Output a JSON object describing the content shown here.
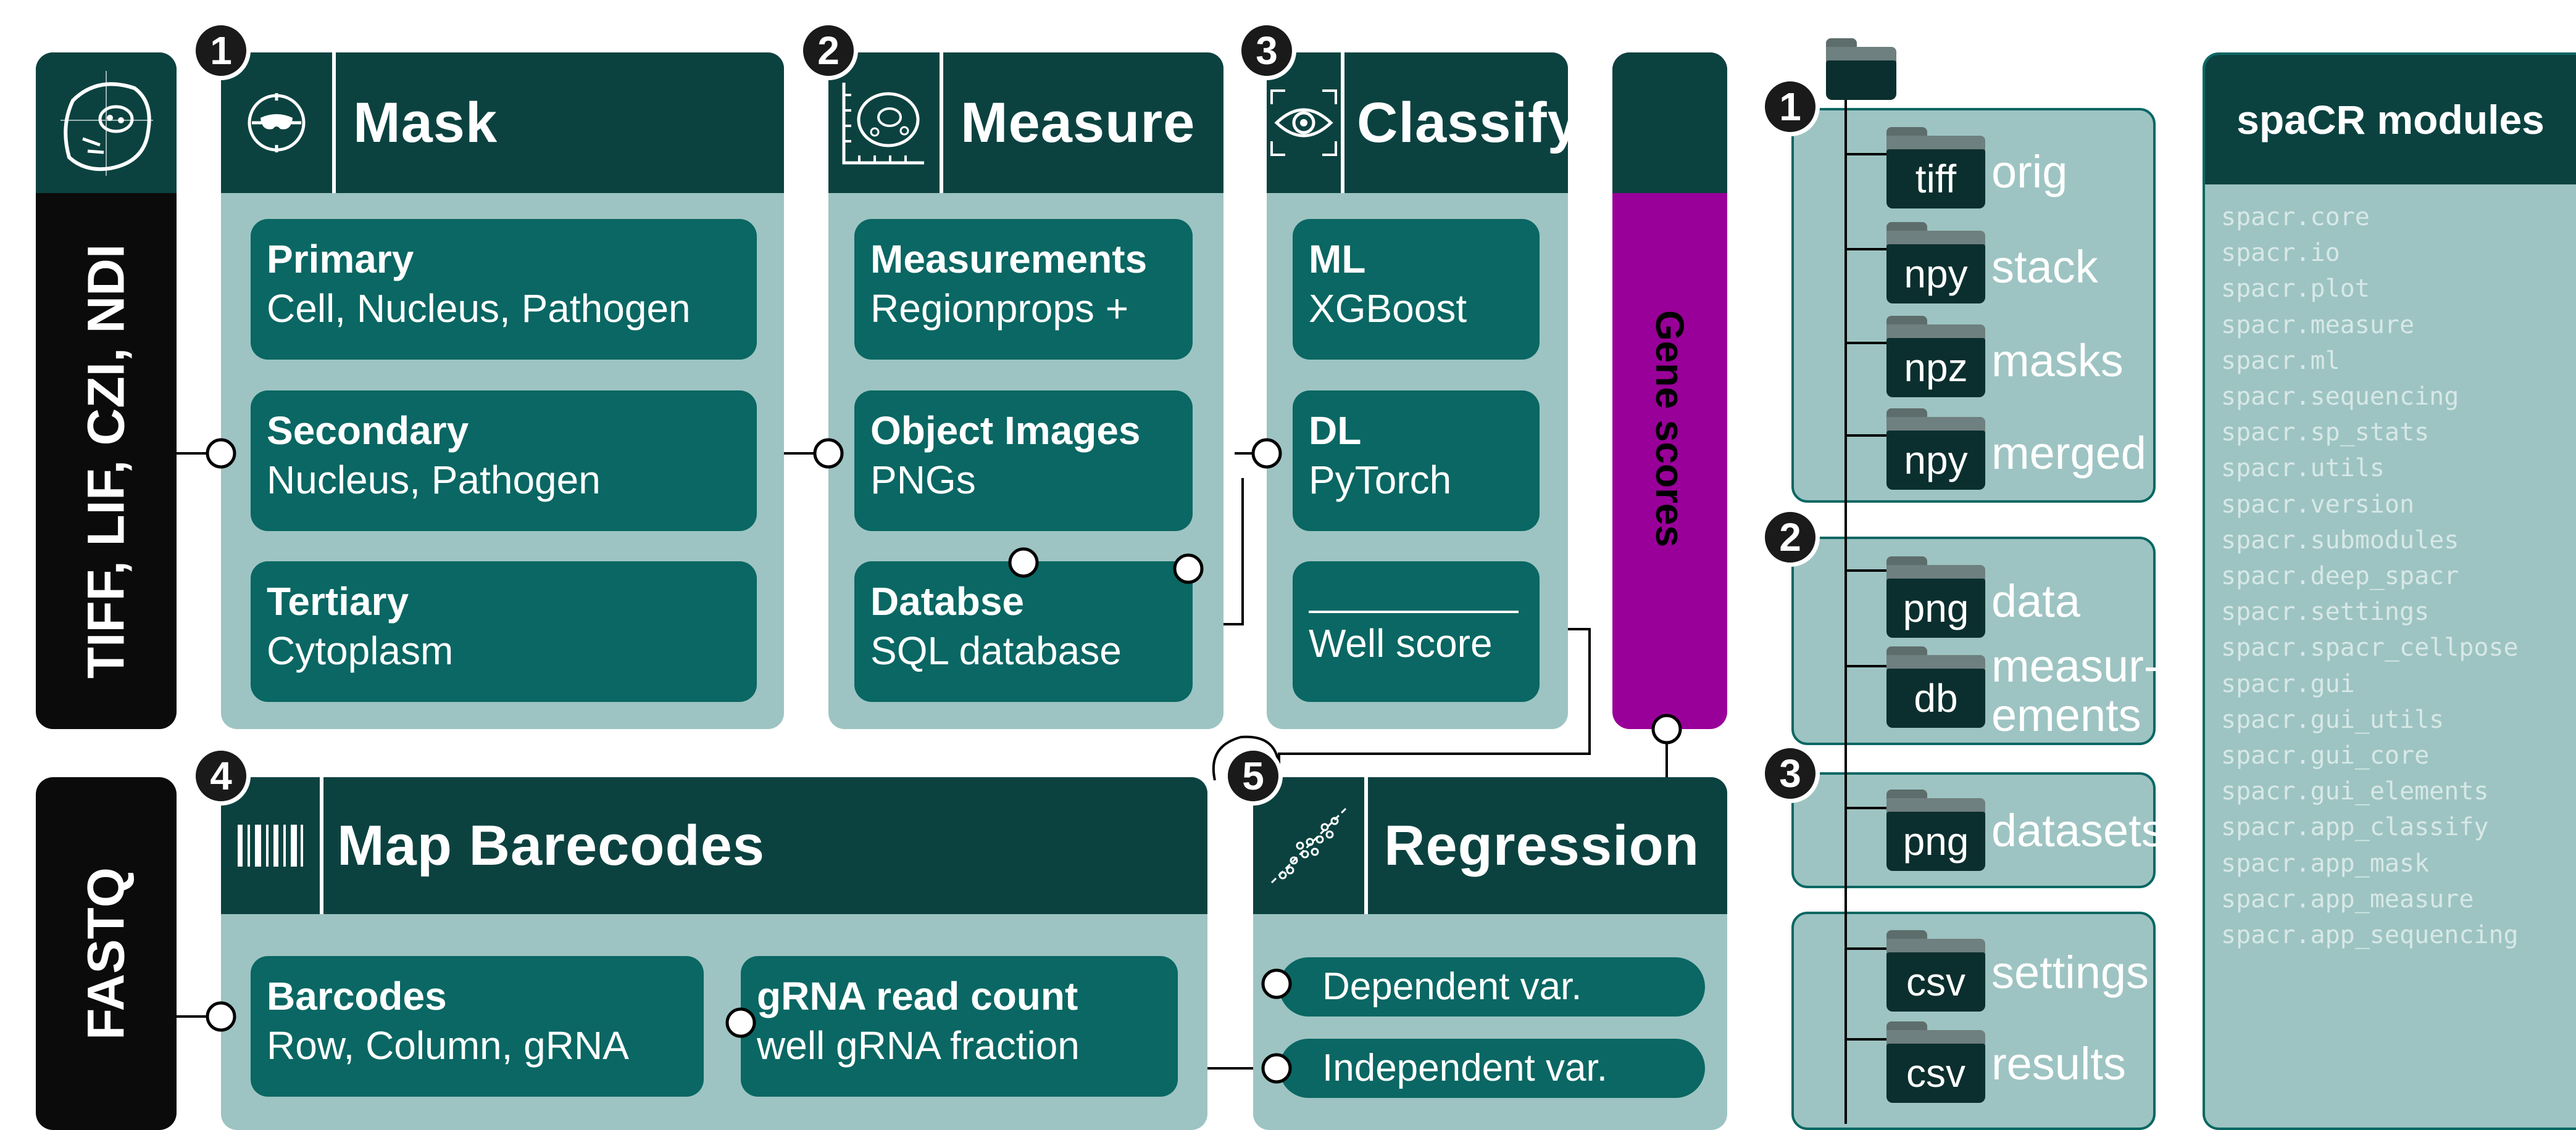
{
  "input_formats": {
    "image": "TIFF, LIF, CZI, NDI",
    "sequencing": "FASTQ"
  },
  "mask": {
    "step": "1",
    "title": "Mask",
    "icon": "mask-icon",
    "boxes": [
      {
        "bold": "Primary",
        "sub": "Cell, Nucleus, Pathogen"
      },
      {
        "bold": "Secondary",
        "sub": "Nucleus, Pathogen"
      },
      {
        "bold": "Tertiary",
        "sub": "Cytoplasm"
      }
    ]
  },
  "measure": {
    "step": "2",
    "title": "Measure",
    "icon": "cell-measure-icon",
    "boxes": [
      {
        "bold": "Measurements",
        "sub": "Regionprops +"
      },
      {
        "bold": "Object Images",
        "sub": "PNGs"
      },
      {
        "bold": "Databse",
        "sub": "SQL database"
      }
    ]
  },
  "classify": {
    "step": "3",
    "title": "Classify",
    "icon": "eye-icon",
    "boxes": [
      {
        "bold": "ML",
        "sub": "XGBoost"
      },
      {
        "bold": "DL",
        "sub": "PyTorch"
      },
      {
        "bold": "",
        "sub": "Well score"
      }
    ]
  },
  "gene_scores": {
    "label": "Gene scores",
    "color": "#990099"
  },
  "barcodes": {
    "step": "4",
    "title": "Map Barecodes",
    "icon": "barcode-icon",
    "boxes": [
      {
        "bold": "Barcodes",
        "sub": "Row, Column, gRNA"
      },
      {
        "bold": "gRNA read count",
        "sub": "well gRNA fraction"
      }
    ]
  },
  "regression": {
    "step": "5",
    "title": "Regression",
    "icon": "scatter-plot-icon",
    "items": [
      "Dependent var.",
      "Independent var."
    ]
  },
  "file_tree": {
    "root_icon": "folder-icon",
    "groups": [
      {
        "step": "1",
        "files": [
          {
            "ext": "tiff",
            "name": "orig"
          },
          {
            "ext": "npy",
            "name": "stack"
          },
          {
            "ext": "npz",
            "name": "masks"
          },
          {
            "ext": "npy",
            "name": "merged"
          }
        ]
      },
      {
        "step": "2",
        "files": [
          {
            "ext": "png",
            "name": "data"
          },
          {
            "ext": "db",
            "name": "measur-\nements"
          }
        ]
      },
      {
        "step": "3",
        "files": [
          {
            "ext": "png",
            "name": "datasets"
          }
        ]
      },
      {
        "step": "",
        "files": [
          {
            "ext": "csv",
            "name": "settings"
          },
          {
            "ext": "csv",
            "name": "results"
          }
        ]
      }
    ]
  },
  "modules": {
    "title": "spaCR modules",
    "items": [
      "spacr.core",
      "spacr.io",
      "spacr.plot",
      "spacr.measure",
      "spacr.ml",
      "spacr.sequencing",
      "spacr.sp_stats",
      "spacr.utils",
      "spacr.version",
      "spacr.submodules",
      "spacr.deep_spacr",
      "spacr.settings",
      "spacr.spacr_cellpose",
      "spacr.gui",
      "spacr.gui_utils",
      "spacr.gui_core",
      "spacr.gui_elements",
      "spacr.app_classify",
      "spacr.app_mask",
      "spacr.app_measure",
      "spacr.app_sequencing"
    ]
  },
  "colors": {
    "dark": "#0b4240",
    "box": "#0a6763",
    "panel": "#9dc4c2",
    "black": "#0b0b0b"
  }
}
